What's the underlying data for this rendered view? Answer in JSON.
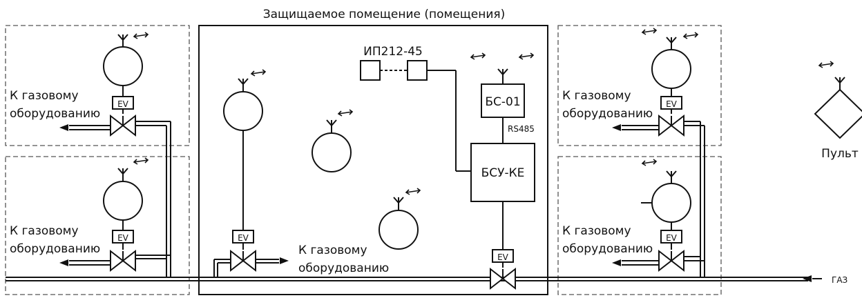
{
  "room_title": "Защищаемое помещение (помещения)",
  "sensor_model": "ИП212-45",
  "bs_label": "БС-01",
  "rs_label": "RS485",
  "bsu_label": "БСУ-КЕ",
  "valve_label": "EV",
  "gas_line1": "К газовому",
  "gas_line2": "оборудованию",
  "panel_label": "Пульт",
  "gas_label": "ГАЗ"
}
